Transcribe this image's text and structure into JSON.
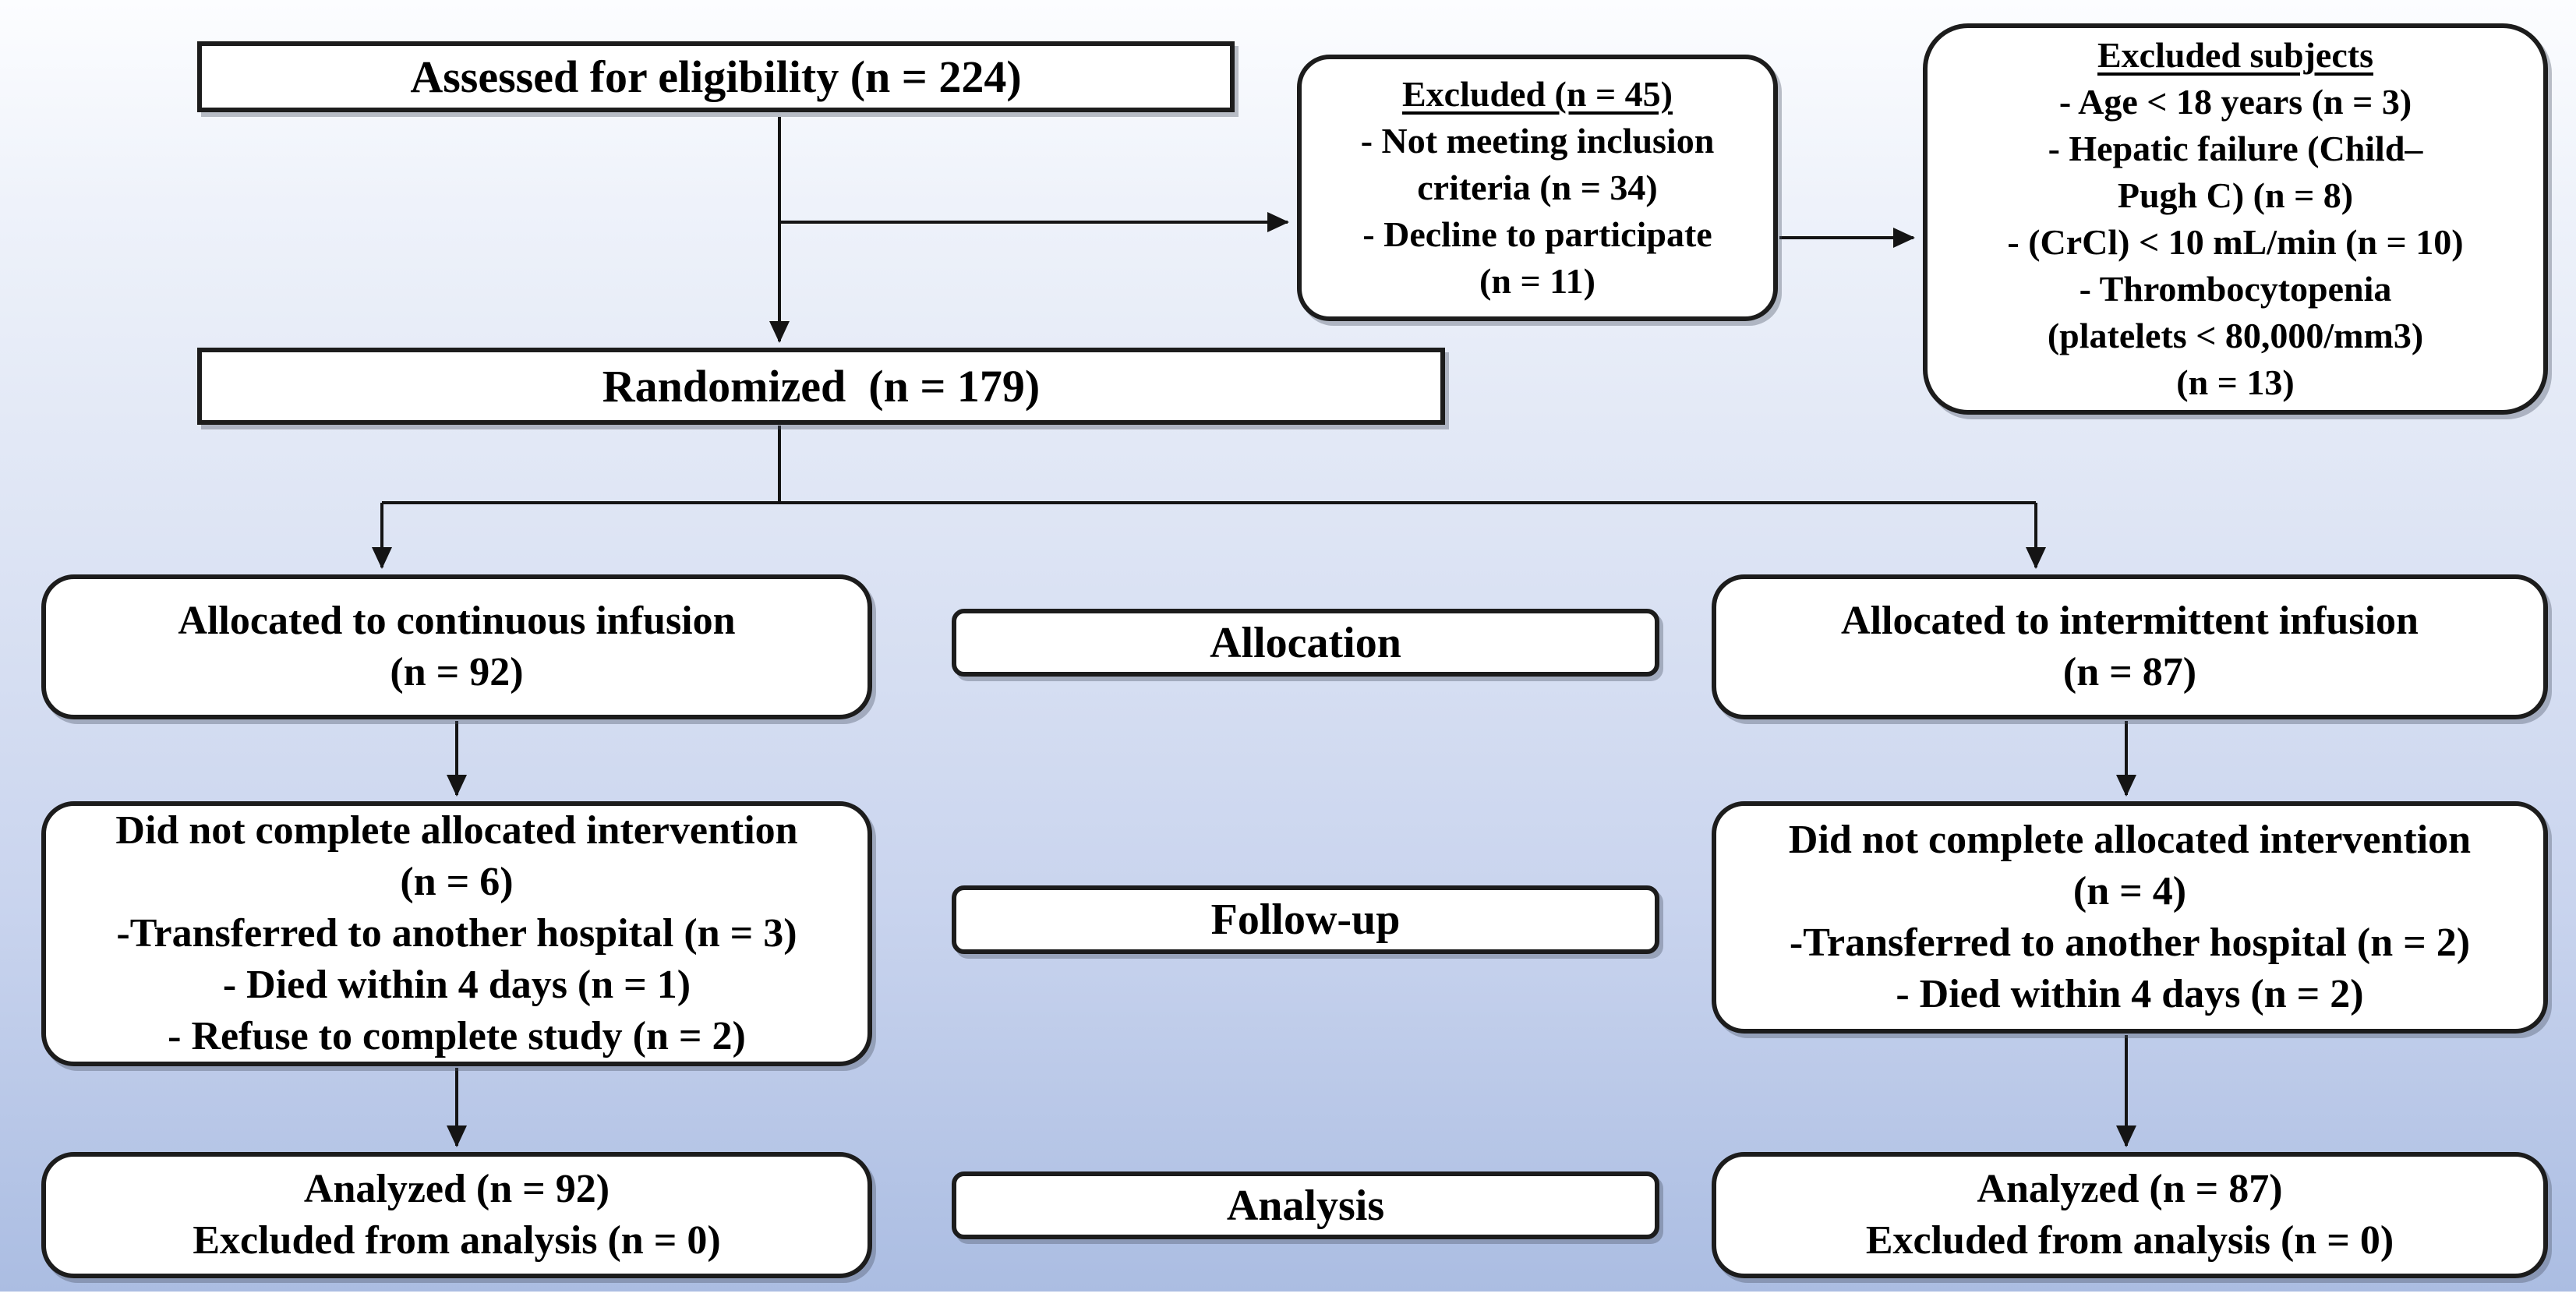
{
  "diagram_type": "consort-flow-diagram",
  "boxes": {
    "assessed": {
      "lines": [
        "Assessed for eligibility (n = 224)"
      ]
    },
    "excluded": {
      "heading": "Excluded (n = 45)",
      "lines": [
        "- Not meeting inclusion",
        "criteria (n = 34)",
        "- Decline to participate",
        "(n = 11)"
      ]
    },
    "excluded_subjects": {
      "heading": "Excluded subjects",
      "lines": [
        "- Age < 18 years (n = 3)",
        "- Hepatic failure (Child–",
        "Pugh C) (n = 8)",
        "- (CrCl) < 10 mL/min (n = 10)",
        "- Thrombocytopenia",
        "(platelets < 80,000/mm3)",
        "(n = 13)"
      ]
    },
    "randomized": {
      "lines": [
        "Randomized  (n = 179)"
      ]
    },
    "allocated_continuous": {
      "lines": [
        "Allocated to continuous infusion",
        "(n = 92)"
      ]
    },
    "allocation_stage": {
      "label": "Allocation"
    },
    "allocated_intermittent": {
      "lines": [
        "Allocated to intermittent infusion",
        "(n = 87)"
      ]
    },
    "followup_continuous": {
      "lines": [
        "Did not complete allocated intervention",
        "(n = 6)",
        "-Transferred to another hospital (n = 3)",
        "- Died within 4 days (n = 1)",
        "- Refuse to complete study (n = 2)"
      ]
    },
    "followup_stage": {
      "label": "Follow-up"
    },
    "followup_intermittent": {
      "lines": [
        "Did not complete allocated intervention",
        "(n = 4)",
        "-Transferred to another hospital (n = 2)",
        "- Died within 4 days (n = 2)"
      ]
    },
    "analyzed_continuous": {
      "lines": [
        "Analyzed (n = 92)",
        "Excluded from analysis (n = 0)"
      ]
    },
    "analysis_stage": {
      "label": "Analysis"
    },
    "analyzed_intermittent": {
      "lines": [
        "Analyzed (n = 87)",
        "Excluded from analysis (n = 0)"
      ]
    }
  },
  "colors": {
    "box_fill": "#ffffff",
    "box_border": "#1c1c1c",
    "text": "#000000",
    "connector": "#141414",
    "background_top": "#fcfdff",
    "background_bottom": "#abbde2"
  }
}
